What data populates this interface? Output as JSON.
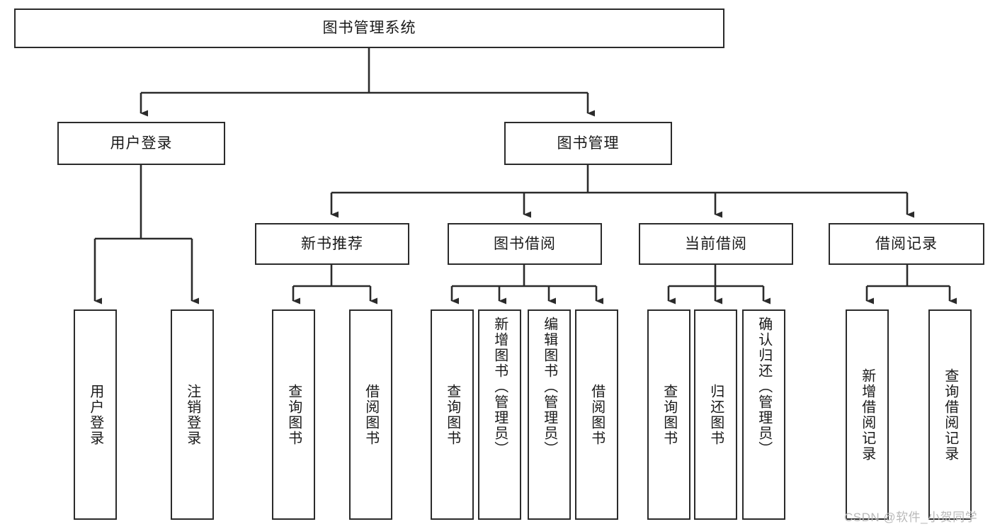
{
  "diagram": {
    "type": "tree-hierarchy-chart",
    "title": "图书管理系统",
    "watermark": "CSDN @软件_小贺同学",
    "colors": {
      "box_border": "#2b2b2b",
      "box_fill": "#ffffff",
      "connector": "#2b2b2b",
      "background": "#ffffff",
      "watermark": "#b9b9b9"
    },
    "root": {
      "label": "图书管理系统",
      "orientation": "horizontal"
    },
    "level2": [
      {
        "label": "用户登录",
        "orientation": "horizontal"
      },
      {
        "label": "图书管理",
        "orientation": "horizontal"
      }
    ],
    "level3": [
      {
        "label": "新书推荐",
        "orientation": "horizontal"
      },
      {
        "label": "图书借阅",
        "orientation": "horizontal"
      },
      {
        "label": "当前借阅",
        "orientation": "horizontal"
      },
      {
        "label": "借阅记录",
        "orientation": "horizontal"
      }
    ],
    "leaves": {
      "user_login": [
        {
          "label": "用户登录",
          "orientation": "vertical"
        },
        {
          "label": "注销登录",
          "orientation": "vertical"
        }
      ],
      "new_book_recommend": [
        {
          "label": "查询图书",
          "orientation": "vertical"
        },
        {
          "label": "借阅图书",
          "orientation": "vertical"
        }
      ],
      "book_borrow": [
        {
          "label": "查询图书",
          "orientation": "vertical"
        },
        {
          "label": "新增图书（管理员）",
          "orientation": "vertical"
        },
        {
          "label": "编辑图书（管理员）",
          "orientation": "vertical"
        },
        {
          "label": "借阅图书",
          "orientation": "vertical"
        }
      ],
      "current_borrow": [
        {
          "label": "查询图书",
          "orientation": "vertical"
        },
        {
          "label": "归还图书",
          "orientation": "vertical"
        },
        {
          "label": "确认归还（管理员）",
          "orientation": "vertical"
        }
      ],
      "borrow_record": [
        {
          "label": "新增借阅记录",
          "orientation": "vertical"
        },
        {
          "label": "查询借阅记录",
          "orientation": "vertical"
        }
      ]
    }
  }
}
